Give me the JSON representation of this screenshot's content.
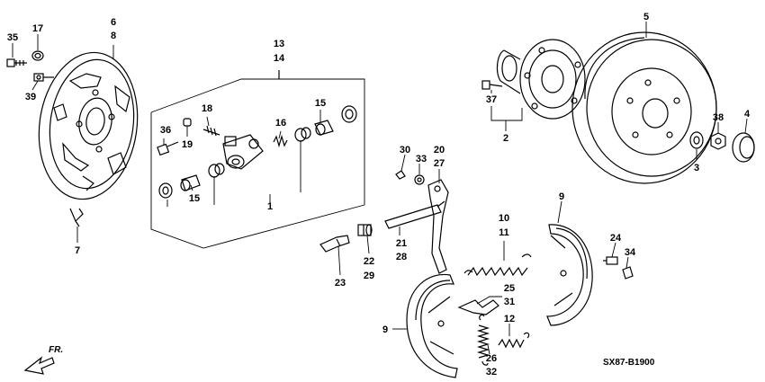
{
  "diagram_code": "SX87-B1900",
  "direction_label": "FR.",
  "callouts": {
    "c1": "1",
    "c2": "2",
    "c3": "3",
    "c4": "4",
    "c5": "5",
    "c6": "6",
    "c7": "7",
    "c8": "8",
    "c9a": "9",
    "c9b": "9",
    "c10": "10",
    "c11": "11",
    "c12": "12",
    "c13": "13",
    "c14": "14",
    "c15a": "15",
    "c15b": "15",
    "c16": "16",
    "c17": "17",
    "c18": "18",
    "c19": "19",
    "c20": "20",
    "c21": "21",
    "c22": "22",
    "c23": "23",
    "c24": "24",
    "c25": "25",
    "c26": "26",
    "c27": "27",
    "c28": "28",
    "c29": "29",
    "c30": "30",
    "c31": "31",
    "c32": "32",
    "c33": "33",
    "c34": "34",
    "c35": "35",
    "c36": "36",
    "c37": "37",
    "c38": "38",
    "c39": "39"
  }
}
